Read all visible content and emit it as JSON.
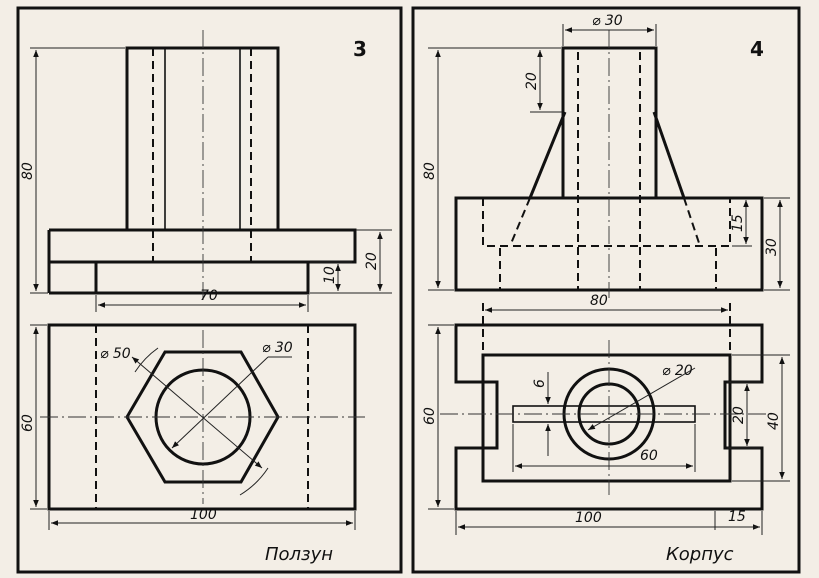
{
  "drawing_3": {
    "number": "3",
    "title": "Ползун",
    "dims": {
      "height_total": "80",
      "height_base": "20",
      "height_step": "10",
      "width_bottom": "70",
      "diameter_outer": "⌀ 50",
      "diameter_inner": "⌀ 30",
      "depth": "60",
      "width_total": "100"
    }
  },
  "drawing_4": {
    "number": "4",
    "title": "Корпус",
    "dims": {
      "diameter_top": "⌀ 30",
      "top_offset": "20",
      "height_total": "80",
      "rib_height": "15",
      "base_height": "30",
      "width_inner": "80",
      "slot_width": "6",
      "diameter_hole": "⌀ 20",
      "depth": "60",
      "slot_length": "60",
      "notch": "20",
      "inner_depth": "40",
      "width_total": "100",
      "edge": "15"
    }
  },
  "colors": {
    "paper": "#ffffff",
    "ink": "#111111",
    "background": "#f3eee6"
  }
}
